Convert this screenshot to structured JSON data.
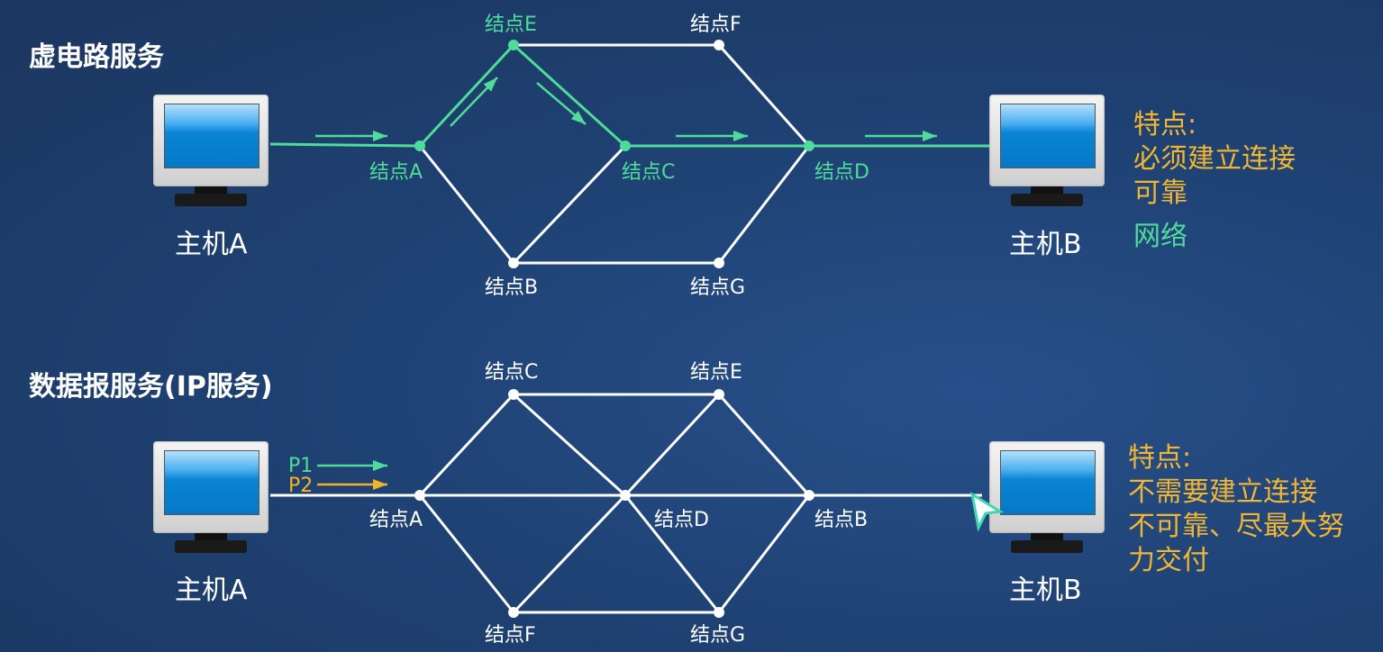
{
  "colors": {
    "path": "#4fdc9a",
    "white": "#ffffff",
    "p2": "#f0b429",
    "feature": "#f2b632"
  },
  "virtual_circuit": {
    "title": "虚电路服务",
    "host_a": "主机A",
    "host_b": "主机B",
    "nodes": {
      "A": "结点A",
      "B": "结点B",
      "C": "结点C",
      "D": "结点D",
      "E": "结点E",
      "F": "结点F",
      "G": "结点G"
    },
    "features_title": "特点:",
    "features": [
      "必须建立连接",
      "可靠"
    ],
    "network_label": "网络"
  },
  "datagram": {
    "title": "数据报服务(IP服务)",
    "host_a": "主机A",
    "host_b": "主机B",
    "nodes": {
      "A": "结点A",
      "B": "结点B",
      "C": "结点C",
      "D": "结点D",
      "E": "结点E",
      "F": "结点F",
      "G": "结点G"
    },
    "packets": [
      "P1",
      "P2"
    ],
    "features_title": "特点:",
    "features": [
      "不需要建立连接",
      "不可靠、尽最大努",
      "力交付"
    ]
  }
}
